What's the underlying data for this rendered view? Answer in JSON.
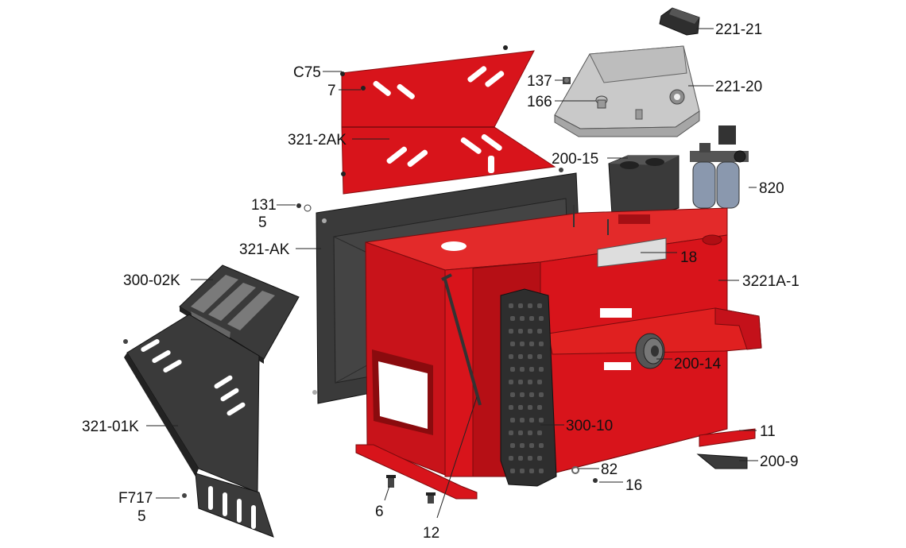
{
  "colors": {
    "red": "#d8141b",
    "red_dark": "#9c0c10",
    "red_light": "#ee3a3a",
    "black_part": "#3a3a3a",
    "gray_part": "#c9c9c9",
    "blue_gray": "#8a98ae"
  },
  "callouts": {
    "c221_21": "221-21",
    "c221_20": "221-20",
    "c137": "137",
    "c166": "166",
    "c200_15": "200-15",
    "c820": "820",
    "c75": "C75",
    "c7": "7",
    "c321_2ak": "321-2AK",
    "c131": "131",
    "c5_top": "5",
    "c321_ak": "321-AK",
    "c300_02k": "300-02K",
    "c18": "18",
    "c3221a_1": "3221A-1",
    "c200_14": "200-14",
    "c321_01k": "321-01K",
    "c300_10": "300-10",
    "c11": "11",
    "c200_9": "200-9",
    "c82": "82",
    "c16": "16",
    "cf717": "F717",
    "c5_bottom": "5",
    "c6": "6",
    "c12": "12"
  }
}
